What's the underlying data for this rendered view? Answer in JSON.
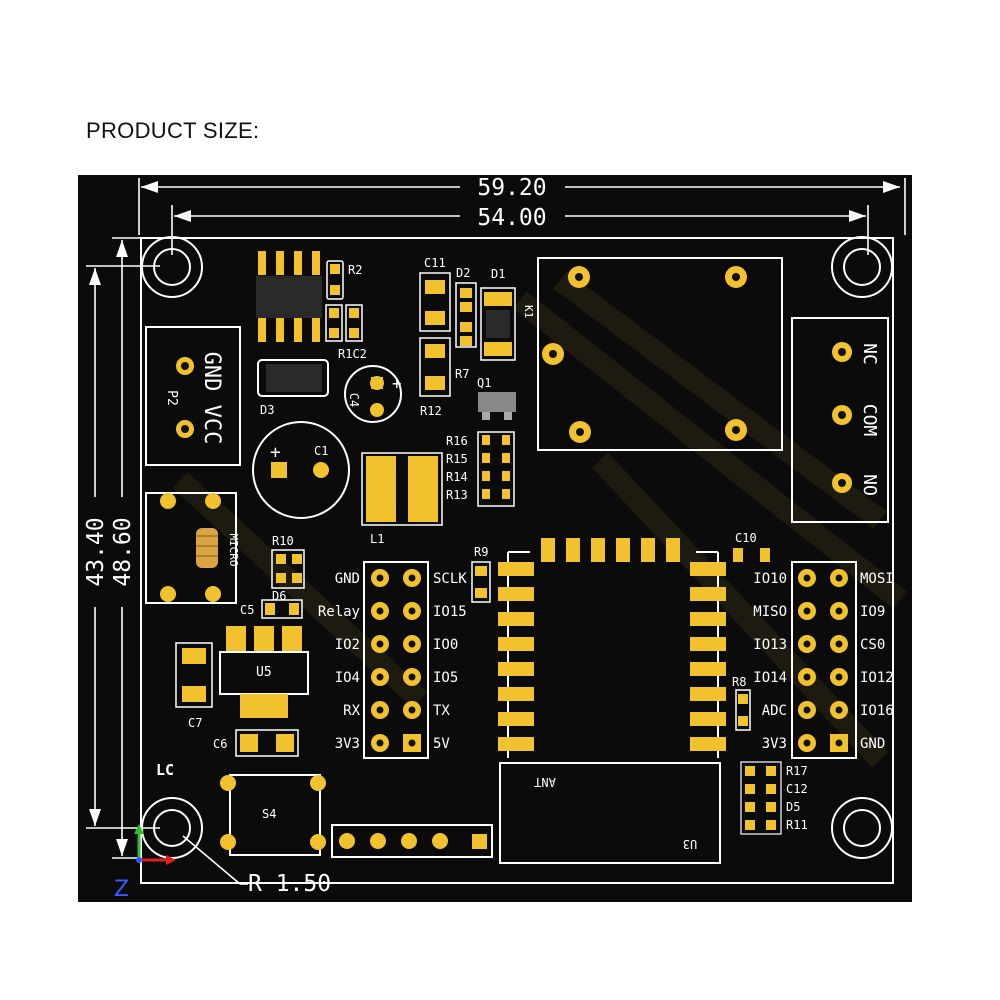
{
  "heading": "PRODUCT SIZE:",
  "dimensions": {
    "width_outer": "59.20",
    "width_inner": "54.00",
    "height_inner": "43.40",
    "height_outer": "48.60",
    "hole_radius": "R 1.50"
  },
  "axis_labels": {
    "z": "Z"
  },
  "components": {
    "r2": "R2",
    "r1c2": "R1C2",
    "c11": "C11",
    "d2": "D2",
    "d1": "D1",
    "k1": "K1",
    "r7": "R7",
    "r12": "R12",
    "q1": "Q1",
    "d3": "D3",
    "c4": "C4",
    "c1": "C1",
    "r16": "R16",
    "r15": "R15",
    "r14": "R14",
    "r13": "R13",
    "l1": "L1",
    "p2": "P2",
    "gnd_vcc": "GND VCC",
    "micro": "MICRO",
    "r10": "R10",
    "d6": "D6",
    "c5": "C5",
    "u5": "U5",
    "c7": "C7",
    "c6": "C6",
    "lc": "LC",
    "s4": "S4",
    "r9": "R9",
    "c10": "C10",
    "r8": "R8",
    "r17": "R17",
    "c12": "C12",
    "d5": "D5",
    "r11": "R11",
    "u3": "U3",
    "ant": "ANT",
    "nc": "NC",
    "com": "COM",
    "no": "NO"
  },
  "left_header": {
    "left_labels": [
      "GND",
      "Relay",
      "IO2",
      "IO4",
      "RX",
      "3V3"
    ],
    "right_labels": [
      "SCLK",
      "IO15",
      "IO0",
      "IO5",
      "TX",
      "5V"
    ]
  },
  "right_header": {
    "left_labels": [
      "IO10",
      "MISO",
      "IO13",
      "IO14",
      "ADC",
      "3V3"
    ],
    "right_labels": [
      "MOSI",
      "IO9",
      "CS0",
      "IO12",
      "IO16",
      "GND"
    ]
  },
  "colors": {
    "board": "#0b0b0b",
    "pad": "#f2c12e",
    "silkscreen": "#ffffff",
    "page": "#ffffff"
  }
}
